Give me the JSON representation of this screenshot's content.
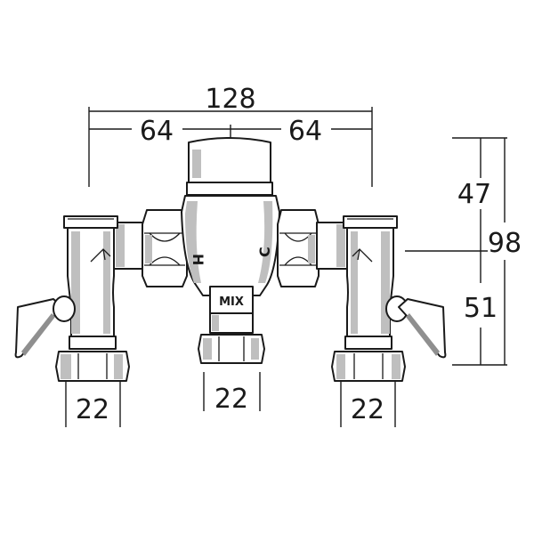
{
  "dimensions": {
    "overall_width": "128",
    "left_centre": "64",
    "right_centre": "64",
    "upper_height": "47",
    "total_height": "98",
    "lower_height": "51",
    "left_outlet": "22",
    "mix_outlet": "22",
    "right_outlet": "22"
  },
  "markings": {
    "hot": "H",
    "cold": "C",
    "mix": "MIX"
  },
  "colors": {
    "line": "#1a1a1a",
    "shade": "#bfbfbf"
  }
}
